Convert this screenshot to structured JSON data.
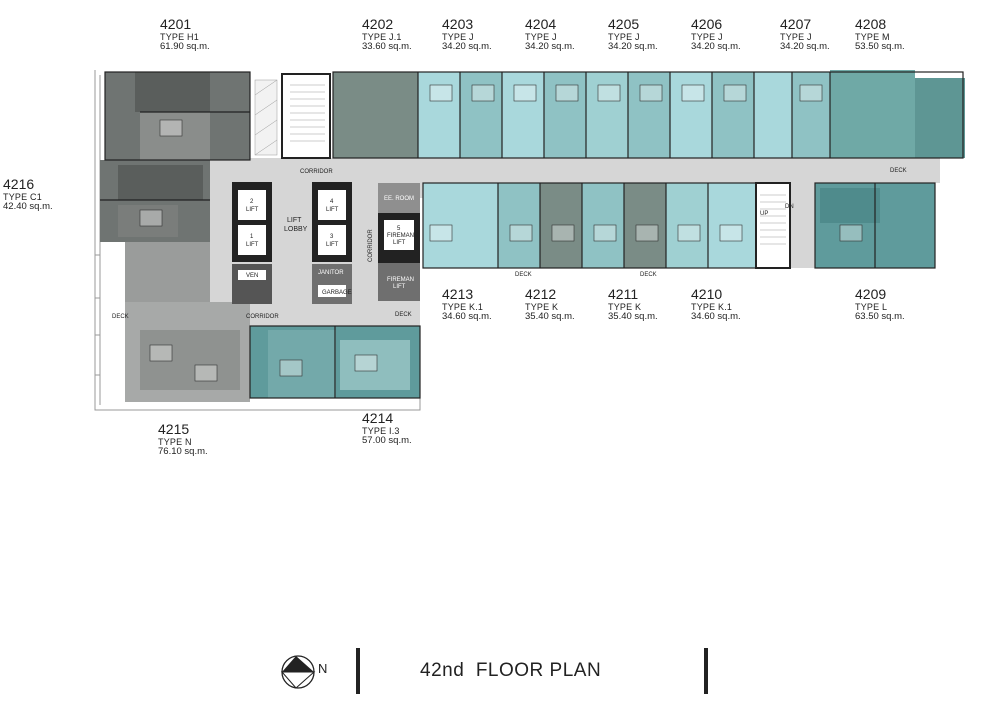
{
  "floor_title": "42nd  FLOOR PLAN",
  "north_label": "N",
  "units": [
    {
      "id": "4201",
      "type": "TYPE H1",
      "area": "61.90 sq.m."
    },
    {
      "id": "4202",
      "type": "TYPE J.1",
      "area": "33.60 sq.m."
    },
    {
      "id": "4203",
      "type": "TYPE J",
      "area": "34.20 sq.m."
    },
    {
      "id": "4204",
      "type": "TYPE J",
      "area": "34.20 sq.m."
    },
    {
      "id": "4205",
      "type": "TYPE J",
      "area": "34.20 sq.m."
    },
    {
      "id": "4206",
      "type": "TYPE J",
      "area": "34.20 sq.m."
    },
    {
      "id": "4207",
      "type": "TYPE J",
      "area": "34.20 sq.m."
    },
    {
      "id": "4208",
      "type": "TYPE M",
      "area": "53.50 sq.m."
    },
    {
      "id": "4209",
      "type": "TYPE L",
      "area": "63.50 sq.m."
    },
    {
      "id": "4210",
      "type": "TYPE K.1",
      "area": "34.60 sq.m."
    },
    {
      "id": "4211",
      "type": "TYPE K",
      "area": "35.40 sq.m."
    },
    {
      "id": "4212",
      "type": "TYPE K",
      "area": "35.40 sq.m."
    },
    {
      "id": "4213",
      "type": "TYPE K.1",
      "area": "34.60 sq.m."
    },
    {
      "id": "4214",
      "type": "TYPE I.3",
      "area": "57.00 sq.m."
    },
    {
      "id": "4215",
      "type": "TYPE N",
      "area": "76.10 sq.m."
    },
    {
      "id": "4216",
      "type": "TYPE C1",
      "area": "42.40 sq.m."
    }
  ],
  "core_labels": {
    "corridor_top": "CORRIDOR",
    "corridor_bottom": "CORRIDOR",
    "corridor_right": "CORRIDOR",
    "lift_lobby_1": "LIFT",
    "lift_lobby_2": "LOBBY",
    "lift_1": "1",
    "lift_2": "2",
    "lift_3": "3",
    "lift_4": "4",
    "lift_word": "LIFT",
    "fireman_num": "5",
    "fireman_1": "FIREMAN",
    "fireman_2": "LIFT",
    "fireman_lift_1": "FIREMAN",
    "fireman_lift_2": "LIFT",
    "ee_room": "EE. ROOM",
    "janitor": "JANITOR",
    "garbage": "GARBAGE",
    "deck": "DECK",
    "up": "UP",
    "dn": "DN",
    "vent": "VEN"
  },
  "colors": {
    "teal_light": "#a9d8dc",
    "teal_mid": "#7fb4b5",
    "teal_dark": "#5f9b9c",
    "grey_dark": "#6f7472",
    "grey_mid": "#8f9290",
    "grey_light": "#bdbdbd",
    "corridor": "#d6d6d6",
    "lift_core": "#222222"
  }
}
